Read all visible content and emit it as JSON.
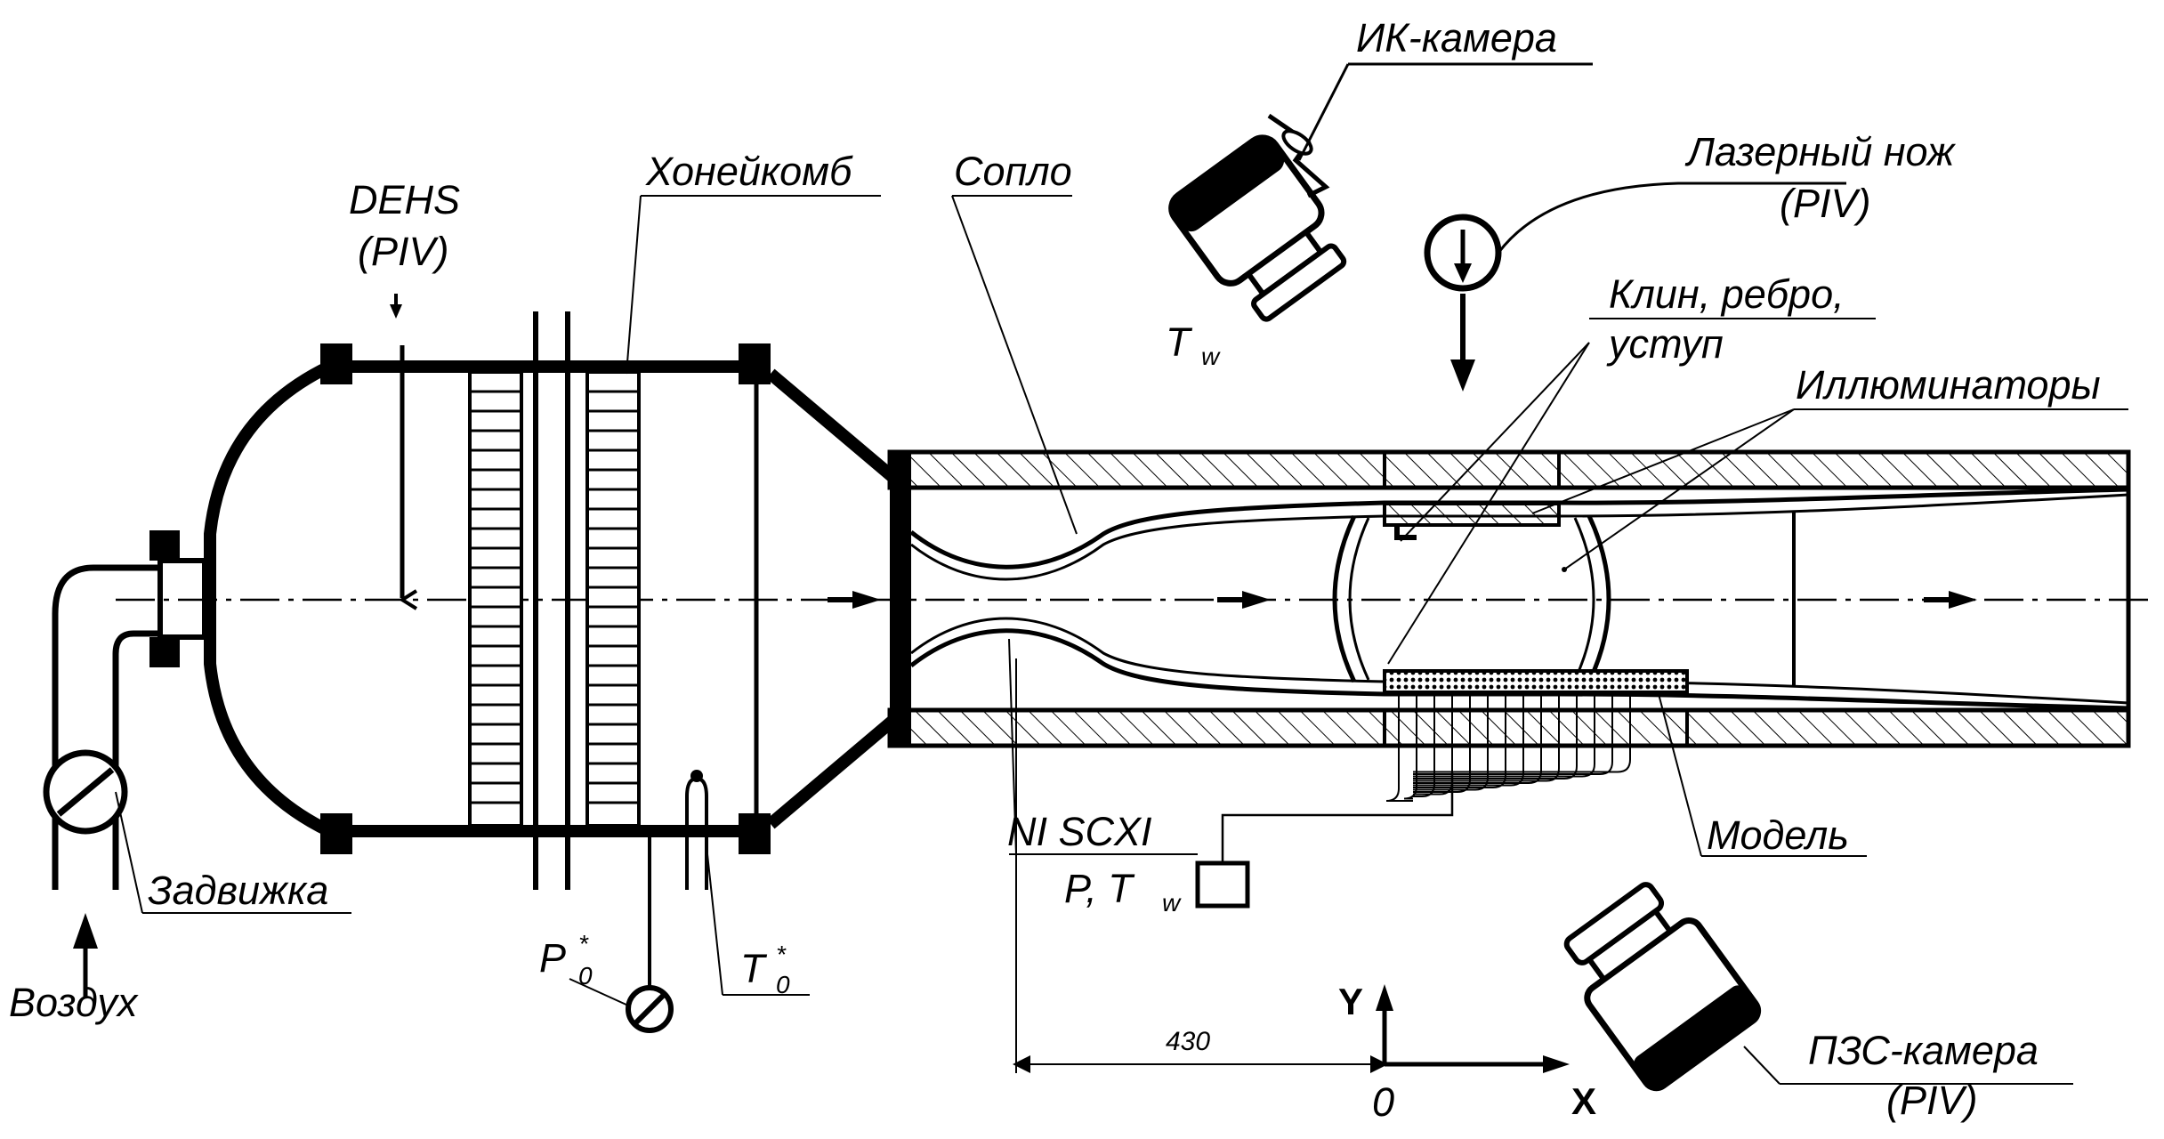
{
  "labels": {
    "ik_camera": "ИК-камера",
    "t_w_camera": "T",
    "t_w_camera_sub": "w",
    "laser_knife": "Лазерный нож",
    "laser_knife_piv": "(PIV)",
    "wedge_line1": "Клин, ребро,",
    "wedge_line2": "уступ",
    "illuminators": "Иллюминаторы",
    "honeycomb": "Хонейкомб",
    "nozzle": "Сопло",
    "dehs": "DEHS",
    "dehs_piv": "(PIV)",
    "valve": "Задвижка",
    "air": "Воздух",
    "p0": "P",
    "p0_sup": "*",
    "p0_sub": "0",
    "t0": "T",
    "t0_sup": "*",
    "t0_sub": "0",
    "ni_scxi": "NI SCXI",
    "p_tw": "P, T",
    "p_tw_sub": "w",
    "model": "Модель",
    "ccd_camera": "ПЗС-камера",
    "ccd_camera_piv": "(PIV)",
    "dimension_430": "430",
    "axis_y": "Y",
    "axis_x": "X",
    "origin": "0"
  }
}
